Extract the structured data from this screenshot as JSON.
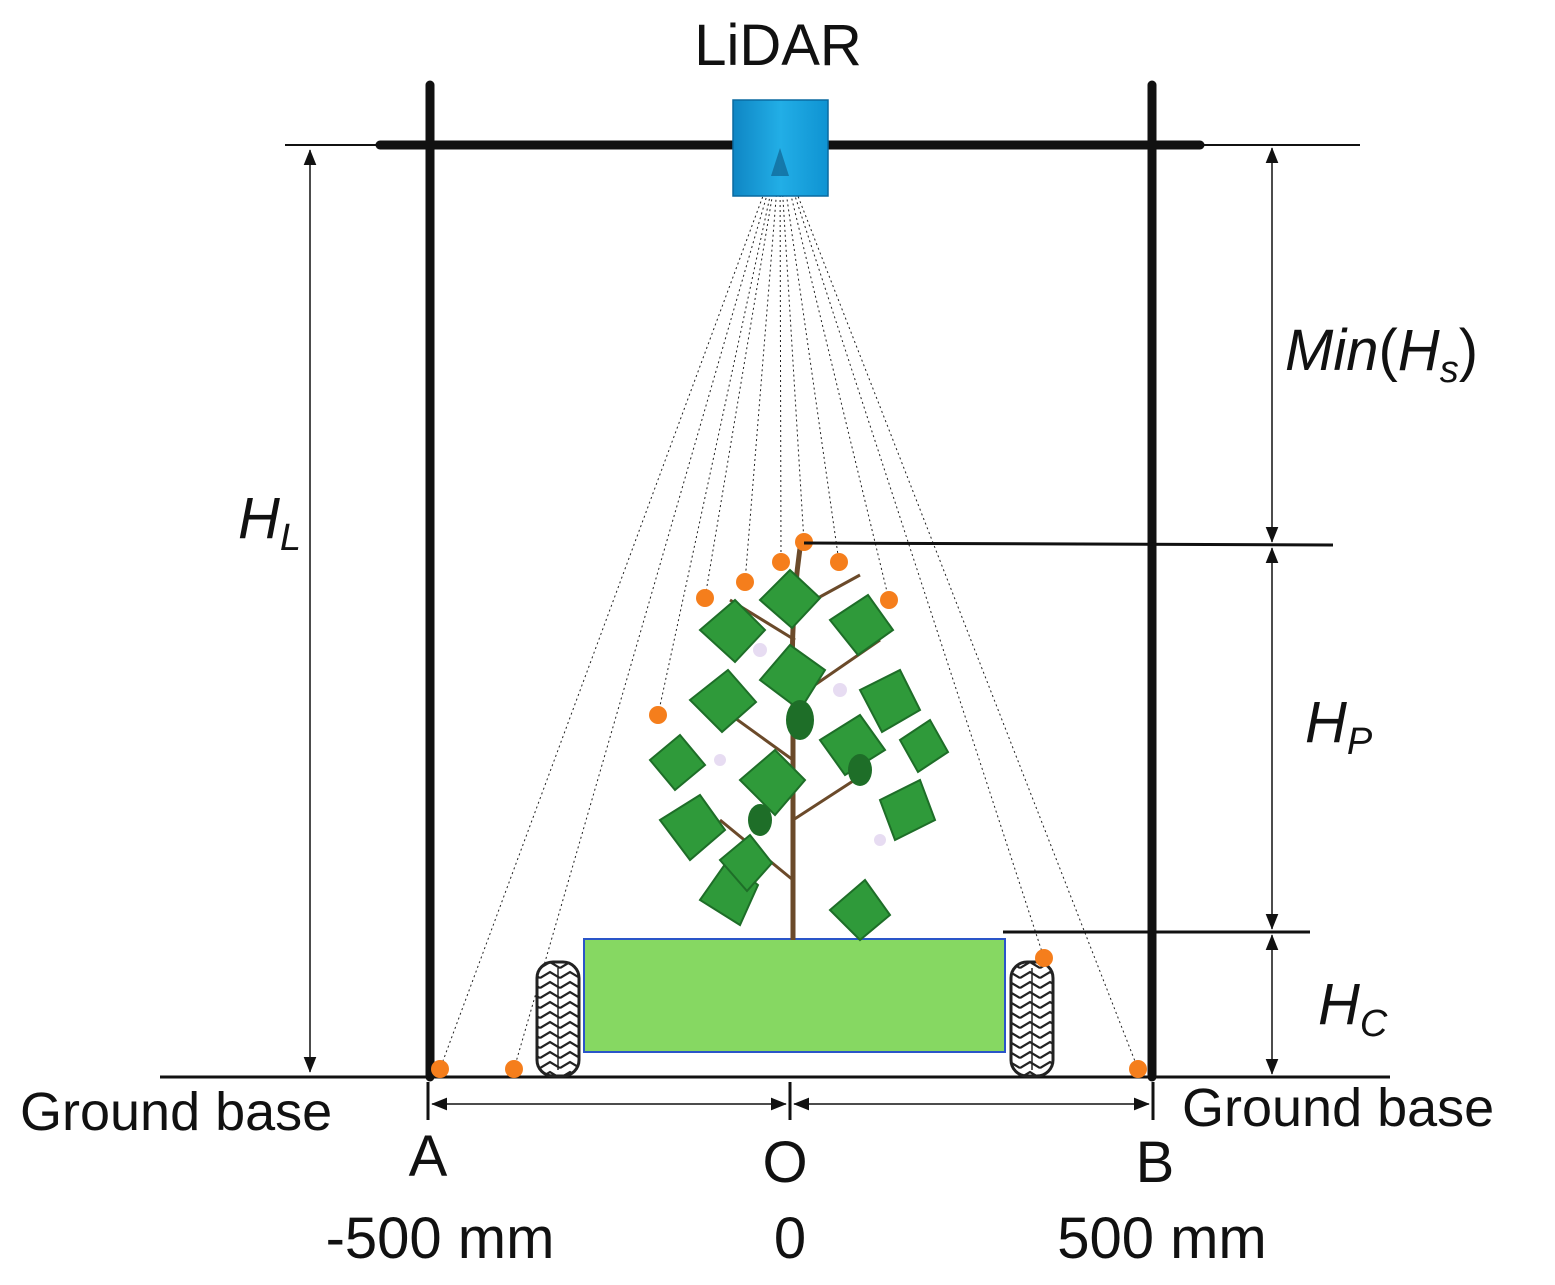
{
  "title": "LiDAR",
  "left_ground_label": "Ground base",
  "right_ground_label": "Ground base",
  "points": {
    "A": {
      "letter": "A",
      "value": "-500 mm"
    },
    "O": {
      "letter": "O",
      "value": "0"
    },
    "B": {
      "letter": "B",
      "value": "500 mm"
    }
  },
  "dimensions": {
    "HL": {
      "base": "H",
      "sub": "L"
    },
    "minHs": {
      "pre": "Min",
      "paren_open": "(",
      "base": "H",
      "sub": "s",
      "paren_close": ")"
    },
    "HP": {
      "base": "H",
      "sub": "P"
    },
    "HC": {
      "base": "H",
      "sub": "C"
    }
  },
  "colors": {
    "frame": "#111111",
    "lidar": "#1ea3dc",
    "platform_fill": "#86d862",
    "platform_stroke": "#2a55c8",
    "points": "#f57e1c",
    "plant_leaf": "#2f9a3a",
    "plant_leaf_dark": "#1e6e28",
    "stem": "#6b4a2a"
  },
  "icons": {
    "lidar": "lidar-sensor-icon",
    "plant": "cotton-plant-illustration",
    "wheel": "tire-icon"
  }
}
